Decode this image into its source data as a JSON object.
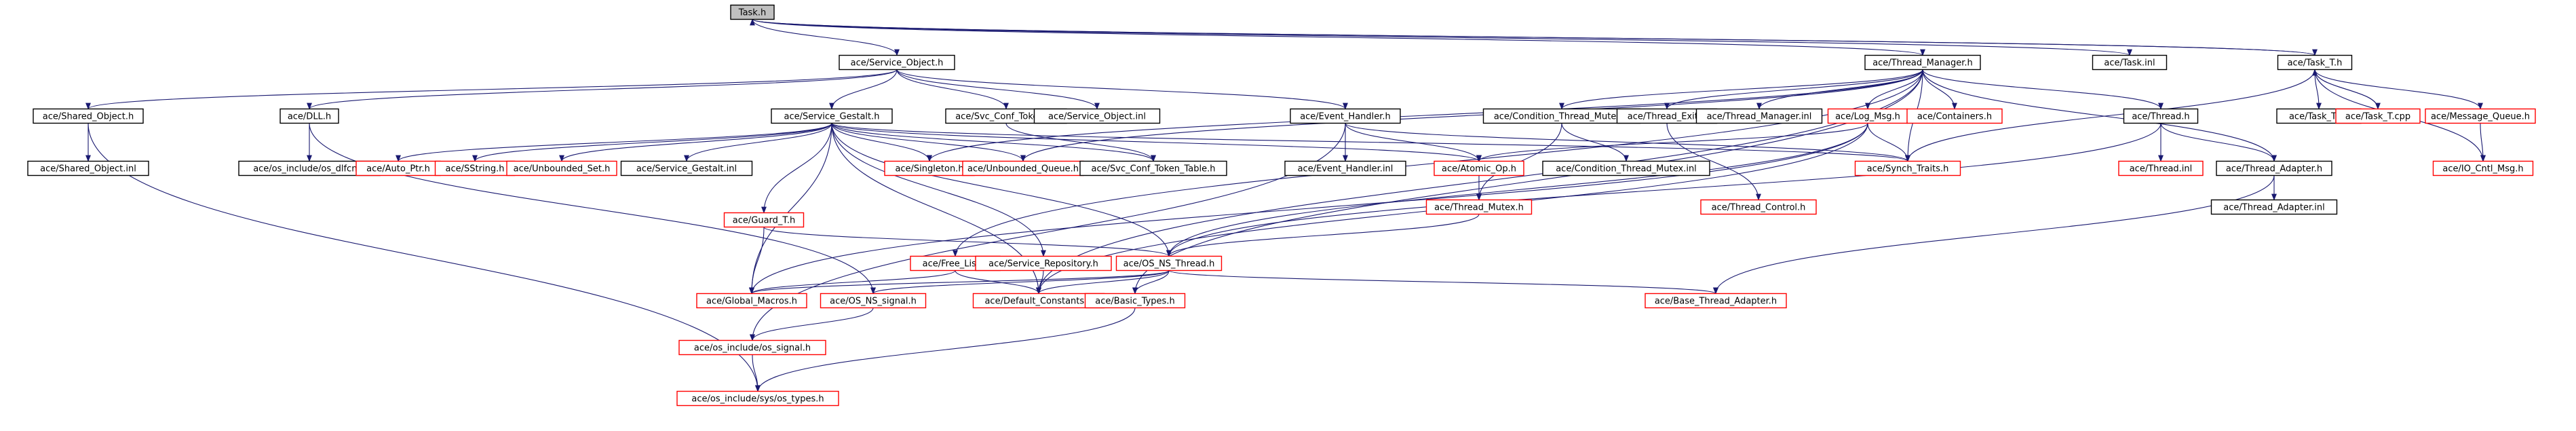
{
  "colors": {
    "background": "#ffffff",
    "edge": "#191970",
    "edge_red": "#b22222",
    "text": "#000000",
    "border_black": "#000000",
    "border_red": "#ff0000",
    "root_fill": "#bfbfbf"
  },
  "nodes": [
    {
      "id": "task_h",
      "label": "Task.h",
      "style": "root"
    },
    {
      "id": "service_object_h",
      "label": "ace/Service_Object.h",
      "style": "black"
    },
    {
      "id": "thread_manager_h",
      "label": "ace/Thread_Manager.h",
      "style": "black"
    },
    {
      "id": "task_inl",
      "label": "ace/Task.inl",
      "style": "black"
    },
    {
      "id": "task_t_h",
      "label": "ace/Task_T.h",
      "style": "black"
    },
    {
      "id": "shared_object_h",
      "label": "ace/Shared_Object.h",
      "style": "black"
    },
    {
      "id": "dll_h",
      "label": "ace/DLL.h",
      "style": "black"
    },
    {
      "id": "service_gestalt_h",
      "label": "ace/Service_Gestalt.h",
      "style": "black"
    },
    {
      "id": "svc_conf_tokens_h",
      "label": "ace/Svc_Conf_Tokens.h",
      "style": "black"
    },
    {
      "id": "service_object_inl",
      "label": "ace/Service_Object.inl",
      "style": "black"
    },
    {
      "id": "event_handler_h",
      "label": "ace/Event_Handler.h",
      "style": "black"
    },
    {
      "id": "condition_thread_mutex_h",
      "label": "ace/Condition_Thread_Mutex.h",
      "style": "black"
    },
    {
      "id": "thread_exit_h",
      "label": "ace/Thread_Exit.h",
      "style": "black"
    },
    {
      "id": "thread_manager_inl",
      "label": "ace/Thread_Manager.inl",
      "style": "black"
    },
    {
      "id": "log_msg_h",
      "label": "ace/Log_Msg.h",
      "style": "red"
    },
    {
      "id": "containers_h",
      "label": "ace/Containers.h",
      "style": "red"
    },
    {
      "id": "thread_h",
      "label": "ace/Thread.h",
      "style": "black"
    },
    {
      "id": "task_t_inl",
      "label": "ace/Task_T.inl",
      "style": "black"
    },
    {
      "id": "task_t_cpp",
      "label": "ace/Task_T.cpp",
      "style": "red"
    },
    {
      "id": "message_queue_h",
      "label": "ace/Message_Queue.h",
      "style": "red"
    },
    {
      "id": "shared_object_inl",
      "label": "ace/Shared_Object.inl",
      "style": "black"
    },
    {
      "id": "os_dlfcn_h",
      "label": "ace/os_include/os_dlfcn.h",
      "style": "black"
    },
    {
      "id": "auto_ptr_h",
      "label": "ace/Auto_Ptr.h",
      "style": "red"
    },
    {
      "id": "sstring_h",
      "label": "ace/SString.h",
      "style": "red"
    },
    {
      "id": "unbounded_set_h",
      "label": "ace/Unbounded_Set.h",
      "style": "red"
    },
    {
      "id": "service_gestalt_inl",
      "label": "ace/Service_Gestalt.inl",
      "style": "black"
    },
    {
      "id": "singleton_h",
      "label": "ace/Singleton.h",
      "style": "red"
    },
    {
      "id": "unbounded_queue_h",
      "label": "ace/Unbounded_Queue.h",
      "style": "red"
    },
    {
      "id": "svc_conf_token_table_h",
      "label": "ace/Svc_Conf_Token_Table.h",
      "style": "black"
    },
    {
      "id": "event_handler_inl",
      "label": "ace/Event_Handler.inl",
      "style": "black"
    },
    {
      "id": "atomic_op_h",
      "label": "ace/Atomic_Op.h",
      "style": "red"
    },
    {
      "id": "condition_thread_mutex_inl",
      "label": "ace/Condition_Thread_Mutex.inl",
      "style": "black"
    },
    {
      "id": "synch_traits_h",
      "label": "ace/Synch_Traits.h",
      "style": "red"
    },
    {
      "id": "thread_control_h",
      "label": "ace/Thread_Control.h",
      "style": "red"
    },
    {
      "id": "thread_inl",
      "label": "ace/Thread.inl",
      "style": "red"
    },
    {
      "id": "thread_adapter_h",
      "label": "ace/Thread_Adapter.h",
      "style": "black"
    },
    {
      "id": "io_cntl_msg_h",
      "label": "ace/IO_Cntl_Msg.h",
      "style": "red"
    },
    {
      "id": "thread_adapter_inl",
      "label": "ace/Thread_Adapter.inl",
      "style": "black"
    },
    {
      "id": "thread_mutex_h",
      "label": "ace/Thread_Mutex.h",
      "style": "red"
    },
    {
      "id": "guard_t_h",
      "label": "ace/Guard_T.h",
      "style": "red"
    },
    {
      "id": "free_list_h",
      "label": "ace/Free_List.h",
      "style": "red"
    },
    {
      "id": "service_repository_h",
      "label": "ace/Service_Repository.h",
      "style": "red"
    },
    {
      "id": "os_ns_thread_h",
      "label": "ace/OS_NS_Thread.h",
      "style": "red"
    },
    {
      "id": "global_macros_h",
      "label": "ace/Global_Macros.h",
      "style": "red"
    },
    {
      "id": "os_ns_signal_h",
      "label": "ace/OS_NS_signal.h",
      "style": "red"
    },
    {
      "id": "default_constants_h",
      "label": "ace/Default_Constants.h",
      "style": "red"
    },
    {
      "id": "basic_types_h",
      "label": "ace/Basic_Types.h",
      "style": "red"
    },
    {
      "id": "base_thread_adapter_h",
      "label": "ace/Base_Thread_Adapter.h",
      "style": "red"
    },
    {
      "id": "os_signal_h",
      "label": "ace/os_include/os_signal.h",
      "style": "red"
    },
    {
      "id": "sys_os_types_h",
      "label": "ace/os_include/sys/os_types.h",
      "style": "red"
    }
  ],
  "edges": [
    [
      "task_h",
      "service_object_h"
    ],
    [
      "task_h",
      "thread_manager_h"
    ],
    [
      "task_h",
      "task_inl"
    ],
    [
      "task_h",
      "task_t_h"
    ],
    [
      "task_t_h",
      "task_h"
    ],
    [
      "task_t_cpp",
      "task_t_h"
    ],
    [
      "service_object_h",
      "shared_object_h"
    ],
    [
      "service_object_h",
      "dll_h"
    ],
    [
      "service_object_h",
      "service_gestalt_h"
    ],
    [
      "service_object_h",
      "svc_conf_tokens_h"
    ],
    [
      "service_object_h",
      "service_object_inl"
    ],
    [
      "service_object_h",
      "event_handler_h"
    ],
    [
      "thread_manager_h",
      "condition_thread_mutex_h"
    ],
    [
      "thread_manager_h",
      "thread_exit_h"
    ],
    [
      "thread_manager_h",
      "thread_manager_inl"
    ],
    [
      "thread_manager_h",
      "log_msg_h"
    ],
    [
      "thread_manager_h",
      "containers_h"
    ],
    [
      "thread_manager_h",
      "thread_h"
    ],
    [
      "thread_manager_h",
      "singleton_h"
    ],
    [
      "thread_manager_h",
      "unbounded_queue_h"
    ],
    [
      "thread_manager_h",
      "synch_traits_h"
    ],
    [
      "thread_manager_h",
      "thread_adapter_h"
    ],
    [
      "thread_manager_h",
      "basic_types_h"
    ],
    [
      "thread_manager_h",
      "free_list_h"
    ],
    [
      "thread_manager_h",
      "default_constants_h"
    ],
    [
      "task_t_h",
      "task_t_inl"
    ],
    [
      "task_t_h",
      "task_t_cpp"
    ],
    [
      "task_t_h",
      "message_queue_h"
    ],
    [
      "task_t_h",
      "io_cntl_msg_h"
    ],
    [
      "task_t_h",
      "synch_traits_h"
    ],
    [
      "message_queue_h",
      "io_cntl_msg_h"
    ],
    [
      "shared_object_h",
      "shared_object_inl"
    ],
    [
      "shared_object_h",
      "sys_os_types_h"
    ],
    [
      "dll_h",
      "os_dlfcn_h"
    ],
    [
      "dll_h",
      "os_ns_signal_h"
    ],
    [
      "service_gestalt_h",
      "auto_ptr_h"
    ],
    [
      "service_gestalt_h",
      "sstring_h"
    ],
    [
      "service_gestalt_h",
      "unbounded_set_h"
    ],
    [
      "service_gestalt_h",
      "service_gestalt_inl"
    ],
    [
      "service_gestalt_h",
      "singleton_h"
    ],
    [
      "service_gestalt_h",
      "unbounded_queue_h"
    ],
    [
      "service_gestalt_h",
      "svc_conf_token_table_h"
    ],
    [
      "service_gestalt_h",
      "atomic_op_h"
    ],
    [
      "service_gestalt_h",
      "synch_traits_h"
    ],
    [
      "service_gestalt_h",
      "guard_t_h"
    ],
    [
      "service_gestalt_h",
      "service_repository_h"
    ],
    [
      "service_gestalt_h",
      "global_macros_h"
    ],
    [
      "service_gestalt_h",
      "default_constants_h"
    ],
    [
      "service_gestalt_h",
      "os_ns_thread_h"
    ],
    [
      "svc_conf_tokens_h",
      "svc_conf_token_table_h"
    ],
    [
      "event_handler_h",
      "event_handler_inl"
    ],
    [
      "event_handler_h",
      "atomic_op_h"
    ],
    [
      "event_handler_h",
      "synch_traits_h"
    ],
    [
      "event_handler_h",
      "os_signal_h"
    ],
    [
      "condition_thread_mutex_h",
      "condition_thread_mutex_inl"
    ],
    [
      "condition_thread_mutex_h",
      "thread_mutex_h"
    ],
    [
      "thread_exit_h",
      "thread_control_h"
    ],
    [
      "log_msg_h",
      "atomic_op_h"
    ],
    [
      "log_msg_h",
      "synch_traits_h"
    ],
    [
      "log_msg_h",
      "default_constants_h"
    ],
    [
      "log_msg_h",
      "global_macros_h"
    ],
    [
      "log_msg_h",
      "os_ns_thread_h"
    ],
    [
      "thread_h",
      "thread_inl"
    ],
    [
      "thread_h",
      "thread_adapter_h"
    ],
    [
      "thread_h",
      "os_ns_thread_h"
    ],
    [
      "thread_adapter_h",
      "thread_adapter_inl"
    ],
    [
      "thread_adapter_h",
      "base_thread_adapter_h"
    ],
    [
      "atomic_op_h",
      "thread_mutex_h"
    ],
    [
      "thread_mutex_h",
      "os_ns_thread_h"
    ],
    [
      "guard_t_h",
      "global_macros_h"
    ],
    [
      "guard_t_h",
      "os_ns_thread_h"
    ],
    [
      "free_list_h",
      "global_macros_h"
    ],
    [
      "free_list_h",
      "default_constants_h"
    ],
    [
      "service_repository_h",
      "default_constants_h"
    ],
    [
      "os_ns_thread_h",
      "global_macros_h"
    ],
    [
      "os_ns_thread_h",
      "os_ns_signal_h"
    ],
    [
      "os_ns_thread_h",
      "default_constants_h"
    ],
    [
      "os_ns_thread_h",
      "basic_types_h"
    ],
    [
      "os_ns_thread_h",
      "base_thread_adapter_h"
    ],
    [
      "os_ns_signal_h",
      "os_signal_h"
    ],
    [
      "os_signal_h",
      "sys_os_types_h"
    ],
    [
      "basic_types_h",
      "sys_os_types_h"
    ]
  ]
}
